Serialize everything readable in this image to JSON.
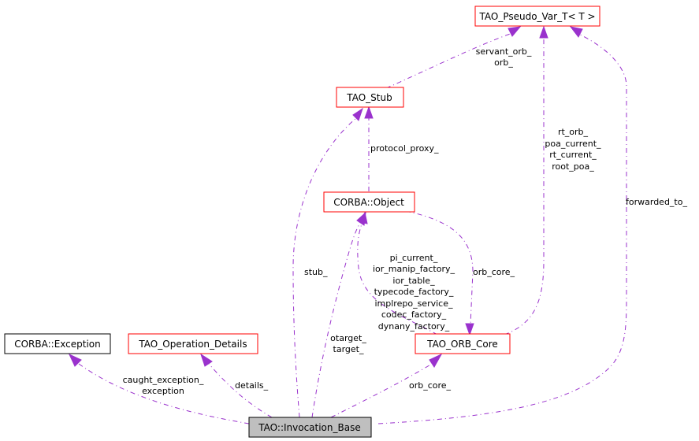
{
  "diagram": {
    "title": "Collaboration diagram for TAO::Invocation_Base",
    "colors": {
      "edge": "#9a32cd",
      "node_border_linked": "#ff0000",
      "node_border_plain": "#000000",
      "focus_node_fill": "#bfbfbf"
    },
    "nodes": {
      "pseudo_var": {
        "label": "TAO_Pseudo_Var_T< T >"
      },
      "stub": {
        "label": "TAO_Stub"
      },
      "corba_object": {
        "label": "CORBA::Object"
      },
      "corba_exception": {
        "label": "CORBA::Exception"
      },
      "operation_details": {
        "label": "TAO_Operation_Details"
      },
      "orb_core": {
        "label": "TAO_ORB_Core"
      },
      "invocation_base": {
        "label": "TAO::Invocation_Base"
      }
    },
    "edge_labels": {
      "stub_to_pseudo": [
        "servant_orb_",
        "orb_"
      ],
      "orbcore_to_pseudo": [
        "rt_orb_",
        "poa_current_",
        "rt_current_",
        "root_poa_"
      ],
      "object_to_stub": [
        "protocol_proxy_"
      ],
      "orbcore_to_object": [
        "pi_current_",
        "ior_manip_factory_",
        "ior_table_",
        "typecode_factory_",
        "implrepo_service_",
        "codec_factory_",
        "dynany_factory_"
      ],
      "object_to_orbcore": [
        "orb_core_"
      ],
      "invocation_to_pseudo": [
        "forwarded_to_"
      ],
      "invocation_to_stub": [
        "stub_"
      ],
      "invocation_to_object": [
        "otarget_",
        "target_"
      ],
      "invocation_to_exception": [
        "caught_exception_",
        "exception"
      ],
      "invocation_to_details": [
        "details_"
      ],
      "invocation_to_orbcore": [
        "orb_core_"
      ]
    }
  }
}
